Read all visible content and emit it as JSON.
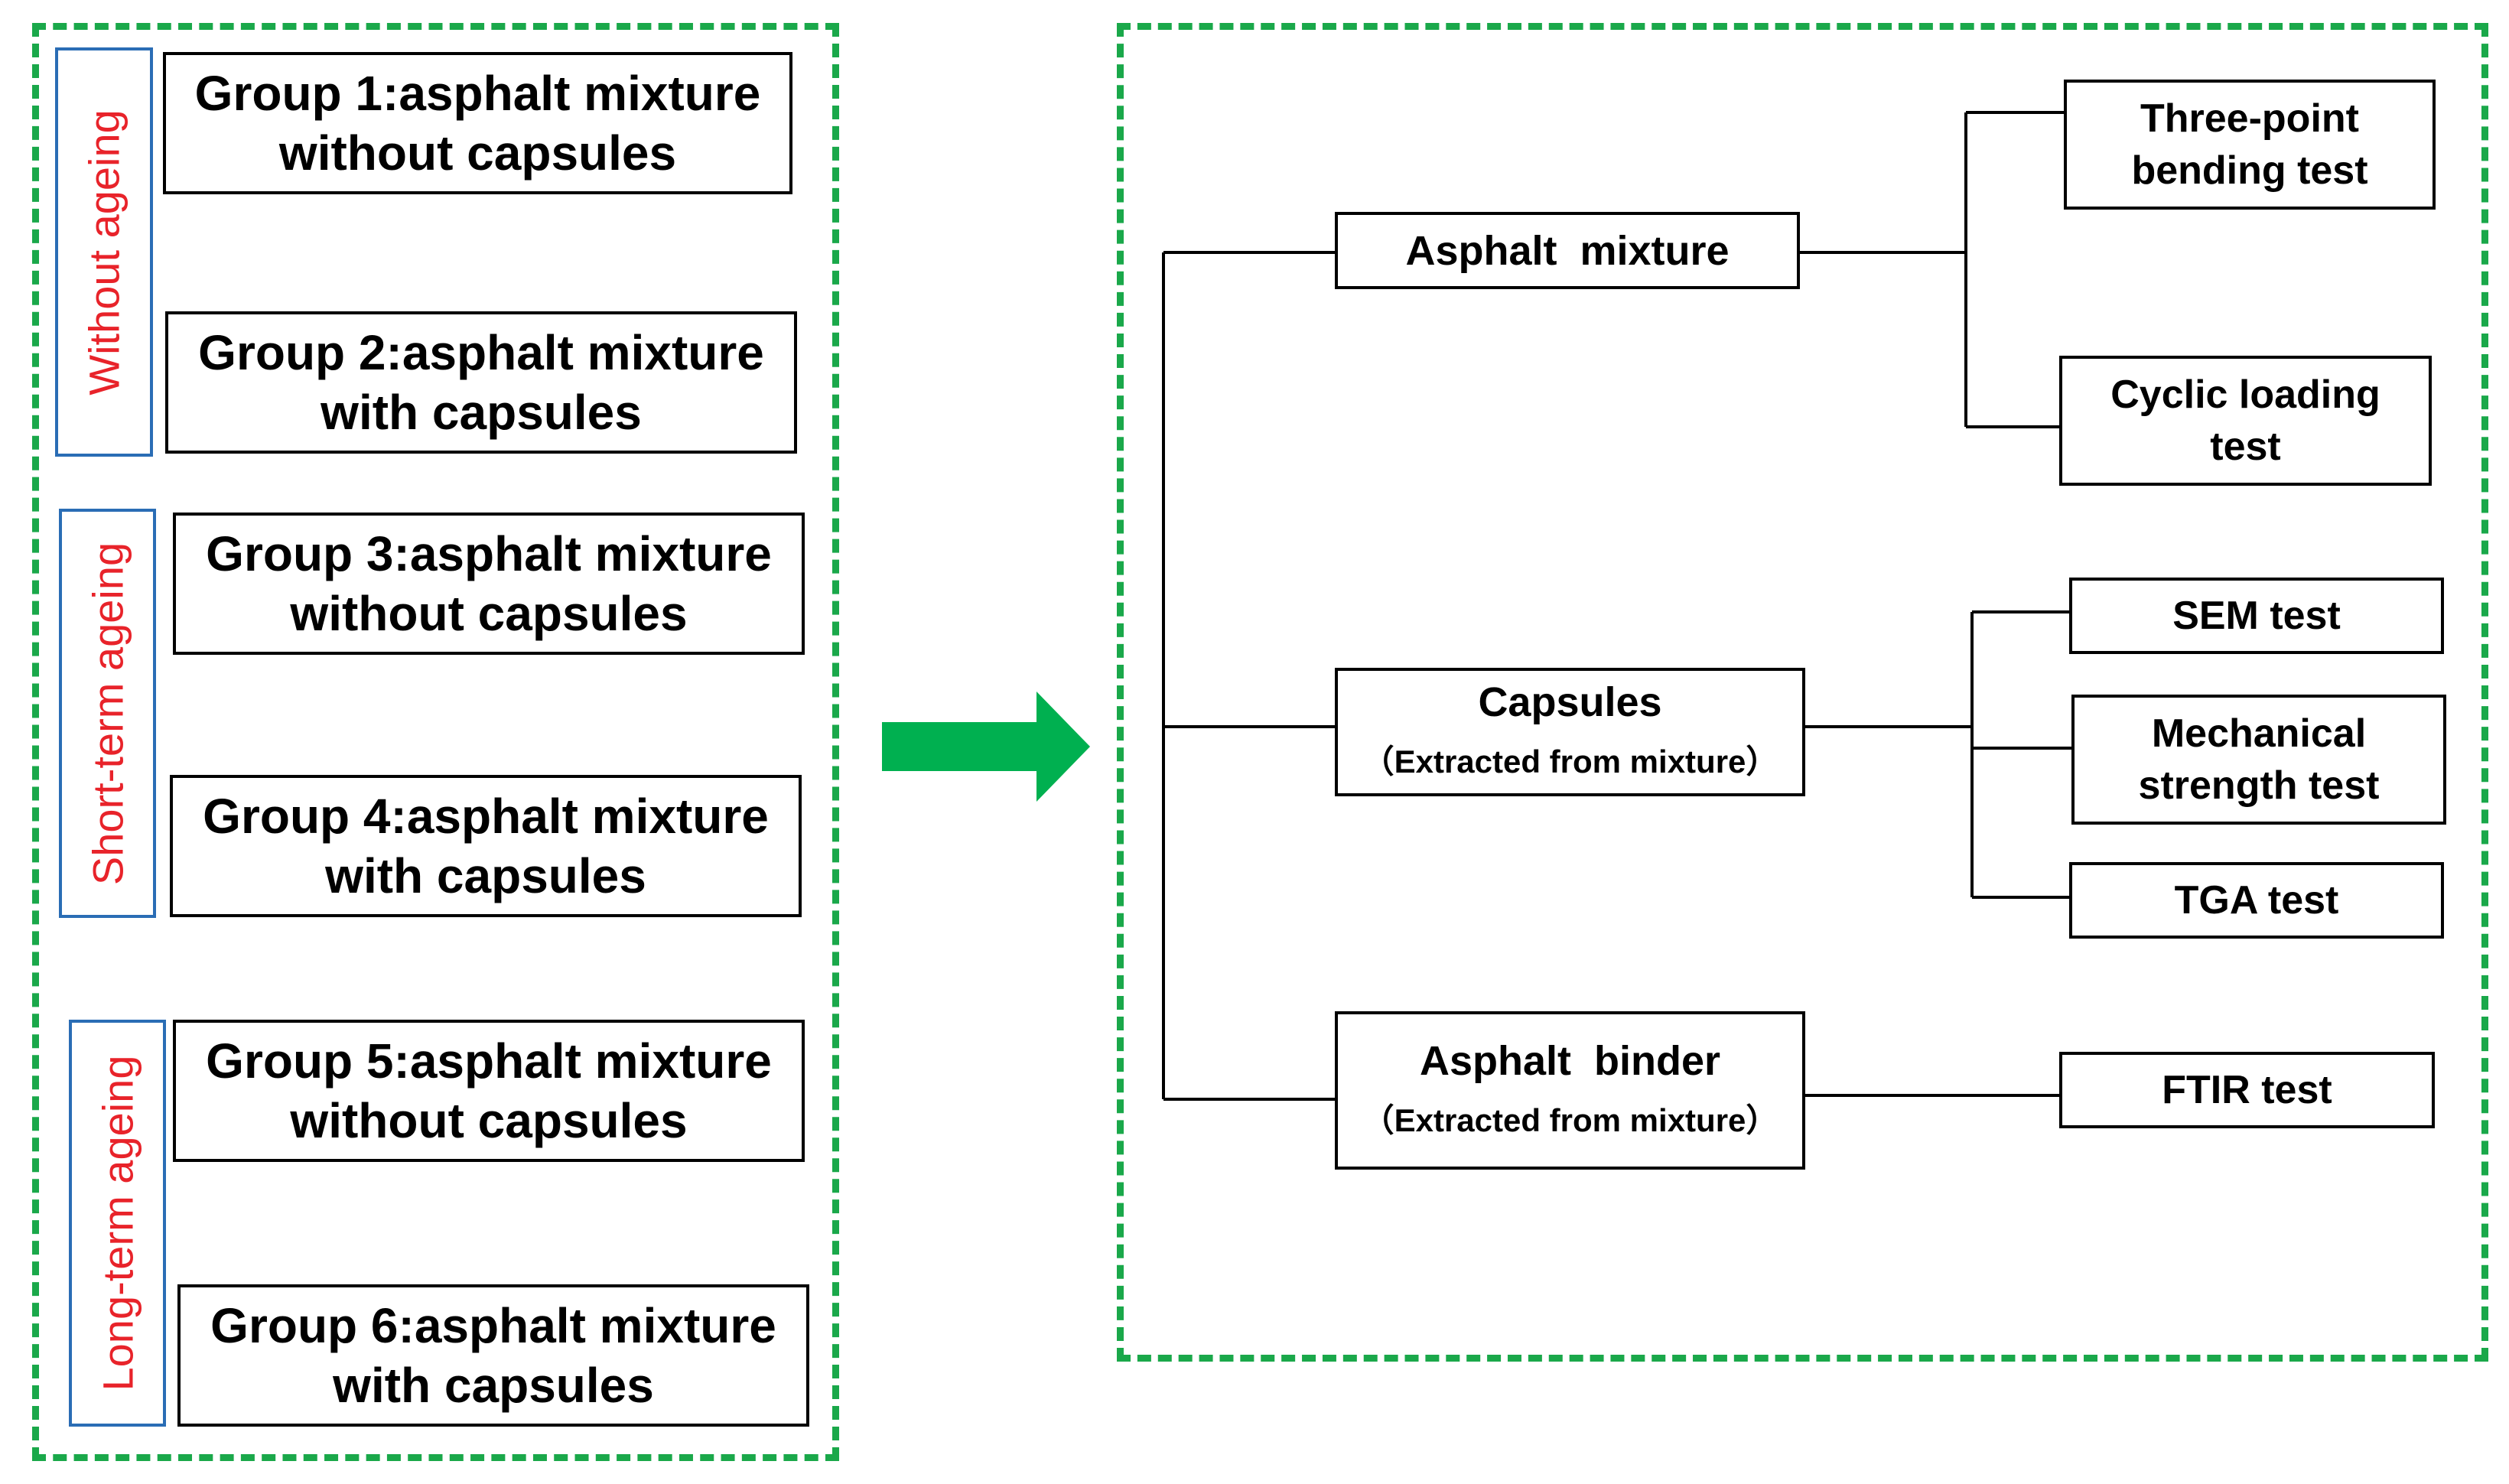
{
  "colors": {
    "panel_border": "#1aa84a",
    "arrow": "#00b050",
    "label_text": "#e8232a",
    "label_border": "#2a6db5"
  },
  "left_panel": {
    "sections": [
      {
        "label": "Without ageing",
        "groups": [
          {
            "line1": "Group 1:asphalt mixture",
            "line2": "without capsules"
          },
          {
            "line1": "Group 2:asphalt mixture",
            "line2": "with capsules"
          }
        ]
      },
      {
        "label": "Short-term ageing",
        "groups": [
          {
            "line1": "Group 3:asphalt mixture",
            "line2": "without capsules"
          },
          {
            "line1": "Group 4:asphalt mixture",
            "line2": "with capsules"
          }
        ]
      },
      {
        "label": "Long-term ageing",
        "groups": [
          {
            "line1": "Group 5:asphalt mixture",
            "line2": "without capsules"
          },
          {
            "line1": "Group 6:asphalt mixture",
            "line2": "with capsules"
          }
        ]
      }
    ]
  },
  "right_panel": {
    "nodes": [
      {
        "title": "Asphalt  mixture",
        "subtitle": "",
        "tests": [
          {
            "line1": "Three-point",
            "line2": "bending test"
          },
          {
            "line1": "Cyclic loading",
            "line2": "test"
          }
        ]
      },
      {
        "title": "Capsules",
        "subtitle": "（Extracted from mixture）",
        "tests": [
          {
            "line1": "SEM test",
            "line2": ""
          },
          {
            "line1": "Mechanical",
            "line2": "strength test"
          },
          {
            "line1": "TGA test",
            "line2": ""
          }
        ]
      },
      {
        "title": "Asphalt  binder",
        "subtitle": "（Extracted from mixture）",
        "tests": [
          {
            "line1": "FTIR test",
            "line2": ""
          }
        ]
      }
    ]
  }
}
